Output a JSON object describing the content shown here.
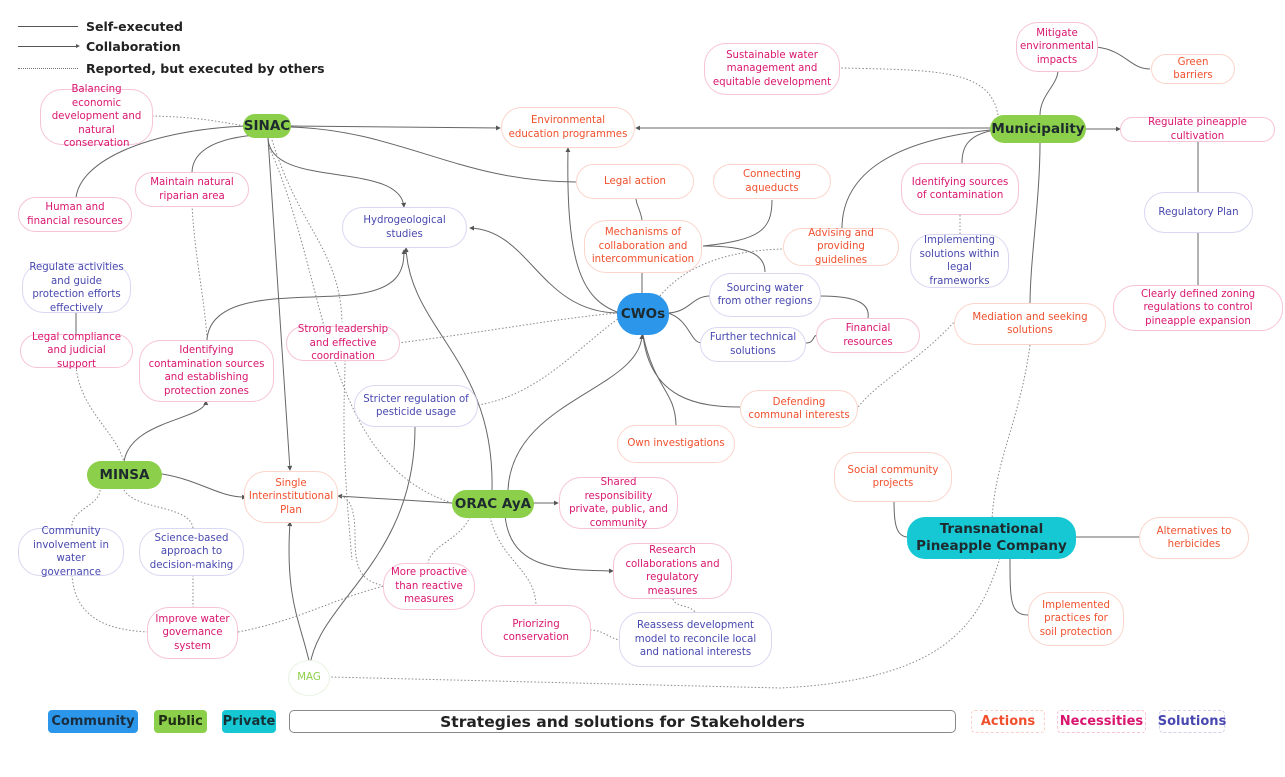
{
  "legend": {
    "self_executed": "Self-executed",
    "collaboration": "Collaboration",
    "reported": "Reported, but executed by others"
  },
  "stakeholders": {
    "sinac": "SINAC",
    "minsa": "MINSA",
    "orac": "ORAC AyA",
    "municipality": "Municipality",
    "cwos": "CWOs",
    "pineapple": "Transnational Pineapple Company",
    "mag": "MAG"
  },
  "nodes": {
    "balancing": "Balancing economic development and natural conservation",
    "human_fin": "Human and financial resources",
    "maintain_riparian": "Maintain natural riparian area",
    "regulate_activities": "Regulate activities and guide protection efforts effectively",
    "legal_compliance": "Legal compliance and judicial support",
    "identifying_zones": "Identifying contamination sources and establishing protection zones",
    "community_involvement": "Community involvement in water governance",
    "science_based": "Science-based approach to decision-making",
    "improve_governance": "Improve water governance system",
    "single_plan": "Single Interinstitutional Plan",
    "hydrogeological": "Hydrogeological studies",
    "strong_leadership": "Strong leadership and effective coordination",
    "stricter_regulation": "Stricter regulation of pesticide usage",
    "more_proactive": "More proactive than reactive measures",
    "env_education": "Environmental education programmes",
    "legal_action": "Legal action",
    "connecting_aqueducts": "Connecting aqueducts",
    "mechanisms": "Mechanisms of collaboration and intercommunication",
    "advising": "Advising and providing guidelines",
    "sourcing_water": "Sourcing water from other regions",
    "further_technical": "Further technical solutions",
    "financial_resources": "Financial resources",
    "defending": "Defending communal interests",
    "own_investigations": "Own investigations",
    "shared_responsibility": "Shared responsibility private, public, and community",
    "research_collab": "Research collaborations and regulatory measures",
    "priorizing": "Priorizing conservation",
    "reassess": "Reassess development model to reconcile local and national interests",
    "sustainable_water": "Sustainable water management and equitable development",
    "mitigate": "Mitigate environmental impacts",
    "green_barriers": "Green barriers",
    "regulate_pineapple": "Regulate pineapple cultivation",
    "identifying_sources": "Identifying sources of contamination",
    "implementing_solutions": "Implementing solutions within legal frameworks",
    "regulatory_plan": "Regulatory Plan",
    "zoning": "Clearly defined zoning regulations to control pineapple expansion",
    "mediation": "Mediation and seeking solutions",
    "social_projects": "Social community projects",
    "alternatives_herbicides": "Alternatives to herbicides",
    "soil_protection": "Implemented practices for soil protection"
  },
  "footer": {
    "community": "Community",
    "public": "Public",
    "private": "Private",
    "title": "Strategies and solutions for Stakeholders",
    "actions": "Actions",
    "necessities": "Necessities",
    "solutions": "Solutions"
  },
  "colors": {
    "community": "#2b96ea",
    "public": "#8ccf4a",
    "private": "#16c8d3",
    "actions": "#f0502d",
    "necessities": "#d9166f",
    "solutions": "#4848b0"
  }
}
